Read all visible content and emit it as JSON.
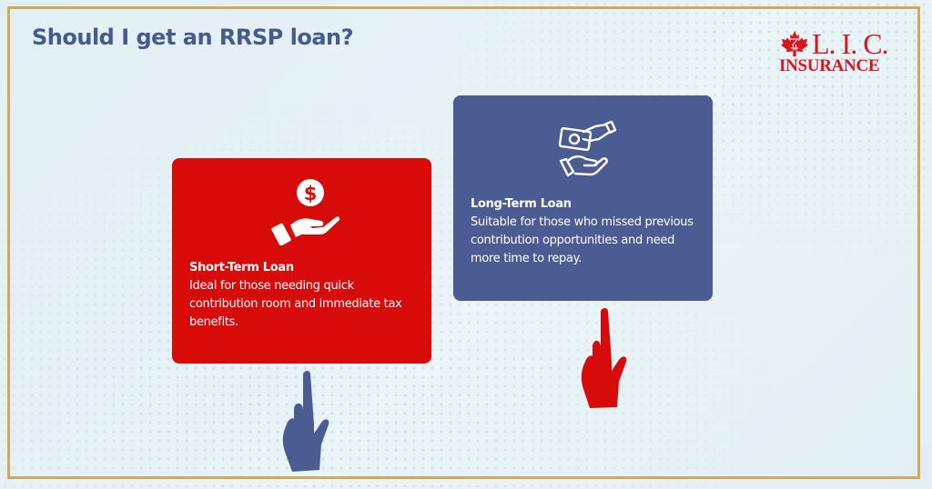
{
  "header": {
    "title": "Should I get an RRSP loan?"
  },
  "logo": {
    "brand_line1": "L. I. C.",
    "brand_line2": "INSURANCE",
    "icon": "maple-leaf-icon",
    "color": "#d8161c"
  },
  "cards": [
    {
      "id": "short-term",
      "icon": "hand-dollar-coin-icon",
      "title": "Short-Term Loan",
      "description": "Ideal for those needing quick contribution room and immediate tax benefits.",
      "background": "#d80b0b",
      "pointer_icon": "pointing-hand-icon",
      "pointer_color": "#4a5c92"
    },
    {
      "id": "long-term",
      "icon": "hands-exchange-money-icon",
      "title": "Long-Term Loan",
      "description": "Suitable for those who missed previous contribution opportunities and need more time to repay.",
      "background": "#4a5c92",
      "pointer_icon": "pointing-hand-icon",
      "pointer_color": "#d80b0b"
    }
  ],
  "colors": {
    "background": "#e3f0f5",
    "frame": "#d4a75a",
    "title": "#465a8e"
  }
}
